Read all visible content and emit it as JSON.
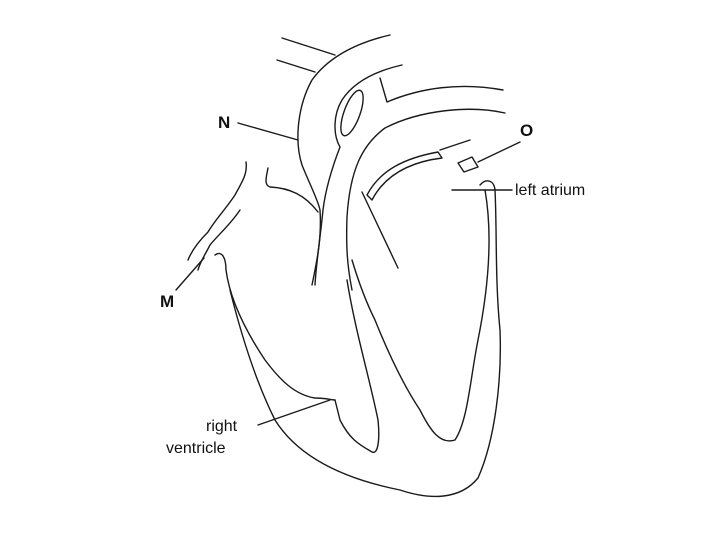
{
  "labels": {
    "n": "N",
    "o": "O",
    "m": "M",
    "left_atrium": "left atrium",
    "right_ventricle_line1": "right",
    "right_ventricle_line2": "ventricle"
  }
}
